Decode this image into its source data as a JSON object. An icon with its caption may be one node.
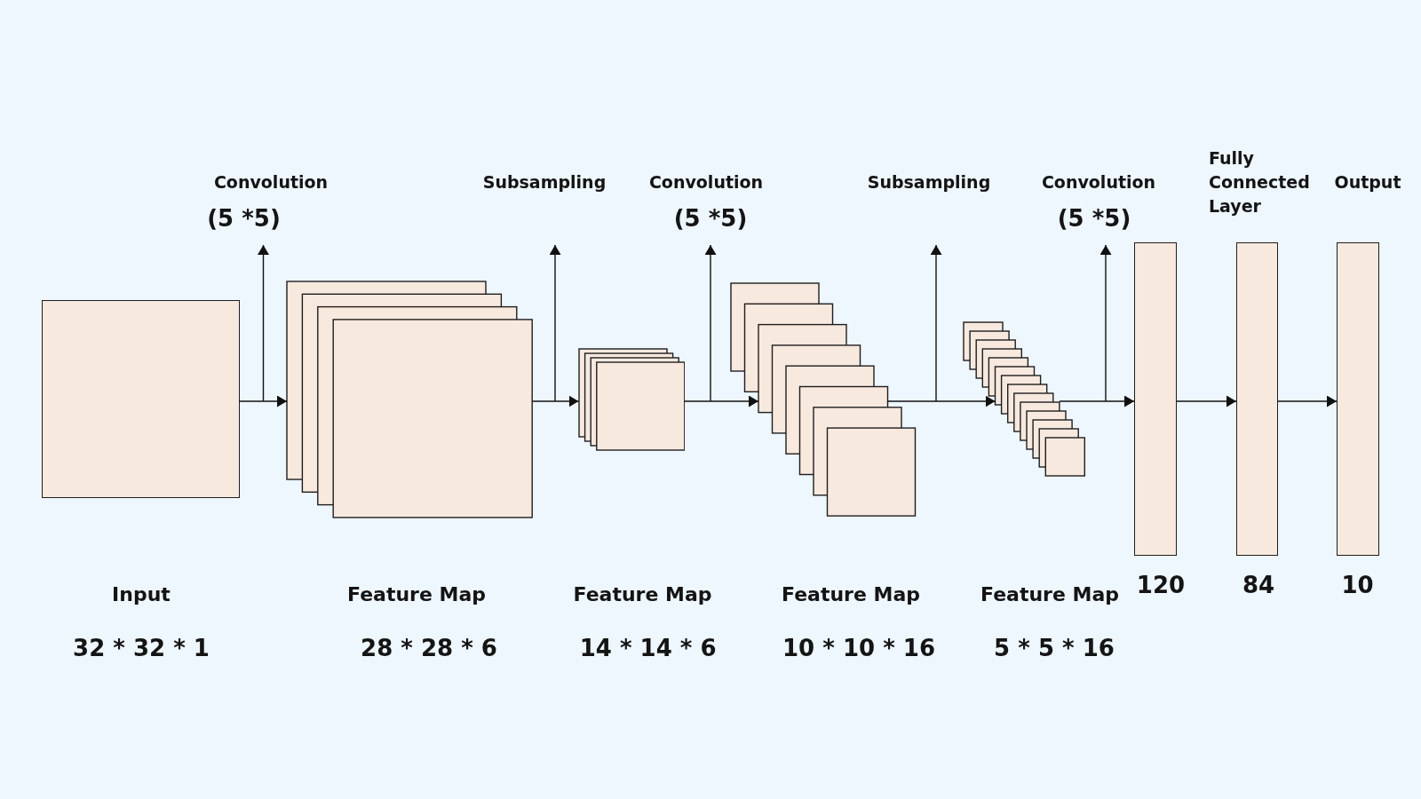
{
  "diagram": {
    "nodes": [
      {
        "text": [],
        "shape": "box",
        "beside": [
          "Input",
          "32 * 32 * 1"
        ]
      },
      {
        "text": [
          "Convolution",
          "(5 *5)"
        ]
      },
      {
        "text": [],
        "shape": "stack",
        "beside": [
          "Feature Map",
          "28 * 28 * 6"
        ]
      },
      {
        "text": [
          "Subsampling"
        ]
      },
      {
        "text": [],
        "shape": "stack",
        "beside": [
          "Feature Map",
          "14 * 14 * 6"
        ]
      },
      {
        "text": [
          "Convolution",
          "(5 *5)"
        ]
      },
      {
        "text": [],
        "shape": "stack",
        "beside": [
          "Feature Map",
          "10 * 10 * 16"
        ]
      },
      {
        "text": [
          "Subsampling"
        ]
      },
      {
        "text": [],
        "shape": "stack",
        "beside": [
          "Feature Map",
          "5 * 5 * 16"
        ]
      },
      {
        "text": [
          "Convolution",
          "(5 *5)"
        ]
      },
      {
        "text": [],
        "shape": "bar",
        "beside": [
          "120"
        ]
      },
      {
        "text": [],
        "shape": "bar",
        "beside": [
          "Fully Connected Layer",
          "84"
        ]
      },
      {
        "text": [],
        "shape": "bar",
        "beside": [
          "Output",
          "10"
        ]
      }
    ],
    "edges": [
      {
        "from": 0,
        "to": 2,
        "arrow": "to"
      },
      {
        "from": null,
        "to": 1,
        "arrow": "to"
      },
      {
        "from": 2,
        "to": 4,
        "arrow": "to"
      },
      {
        "from": null,
        "to": 3,
        "arrow": "to"
      },
      {
        "from": 4,
        "to": 6,
        "arrow": "to"
      },
      {
        "from": null,
        "to": 5,
        "arrow": "to"
      },
      {
        "from": 6,
        "to": 8,
        "arrow": "to"
      },
      {
        "from": null,
        "to": 7,
        "arrow": "to"
      },
      {
        "from": 8,
        "to": 10,
        "arrow": "to"
      },
      {
        "from": null,
        "to": 9,
        "arrow": "to"
      },
      {
        "from": 10,
        "to": 11,
        "arrow": "to"
      },
      {
        "from": 11,
        "to": 12,
        "arrow": "to"
      }
    ]
  }
}
